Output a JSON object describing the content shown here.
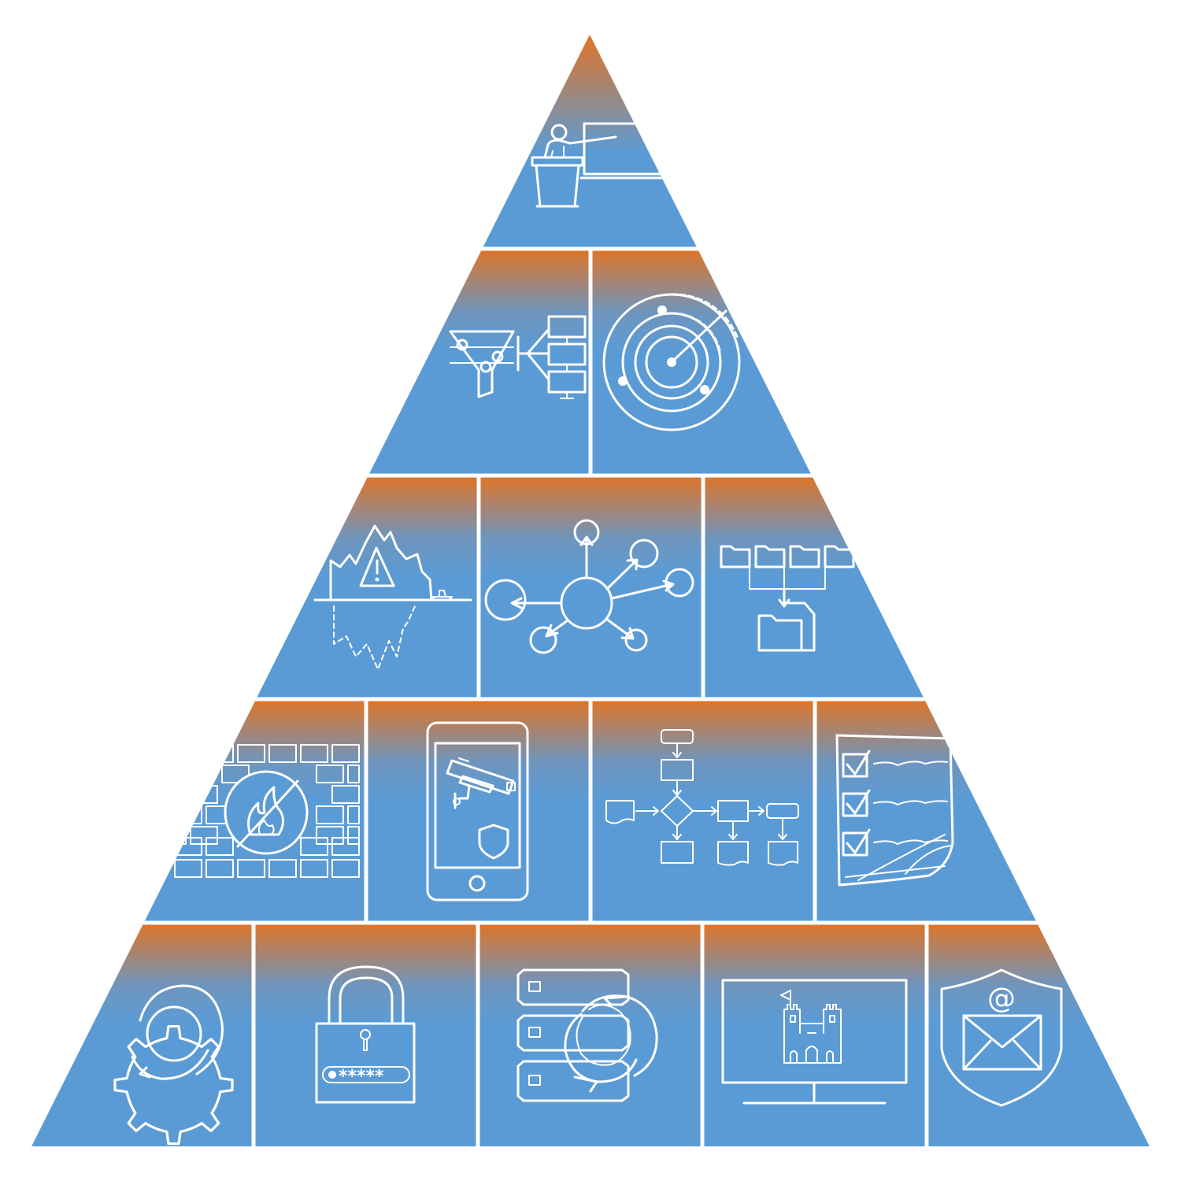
{
  "colors": {
    "background": "#ffffff",
    "tile_top": "#e07426",
    "tile_bottom": "#5b9bd5",
    "line": "#ffffff"
  },
  "pyramid": {
    "tiers": [
      {
        "name": "tier-1",
        "tiles": [
          "presentation-icon"
        ]
      },
      {
        "name": "tier-2",
        "tiles": [
          "funnel-network-icon",
          "radar-icon"
        ]
      },
      {
        "name": "tier-3",
        "tiles": [
          "iceberg-warning-icon",
          "hub-network-icon",
          "folder-hierarchy-icon"
        ]
      },
      {
        "name": "tier-4",
        "tiles": [
          "firewall-icon",
          "mobile-surveillance-icon",
          "flowchart-icon",
          "checklist-icon"
        ]
      },
      {
        "name": "tier-5",
        "tiles": [
          "gear-cycle-icon",
          "password-lock-icon",
          "server-backup-icon",
          "castle-monitor-icon",
          "email-shield-icon"
        ]
      }
    ]
  },
  "icons": {
    "password_mask": "*****",
    "email_at": "@"
  }
}
